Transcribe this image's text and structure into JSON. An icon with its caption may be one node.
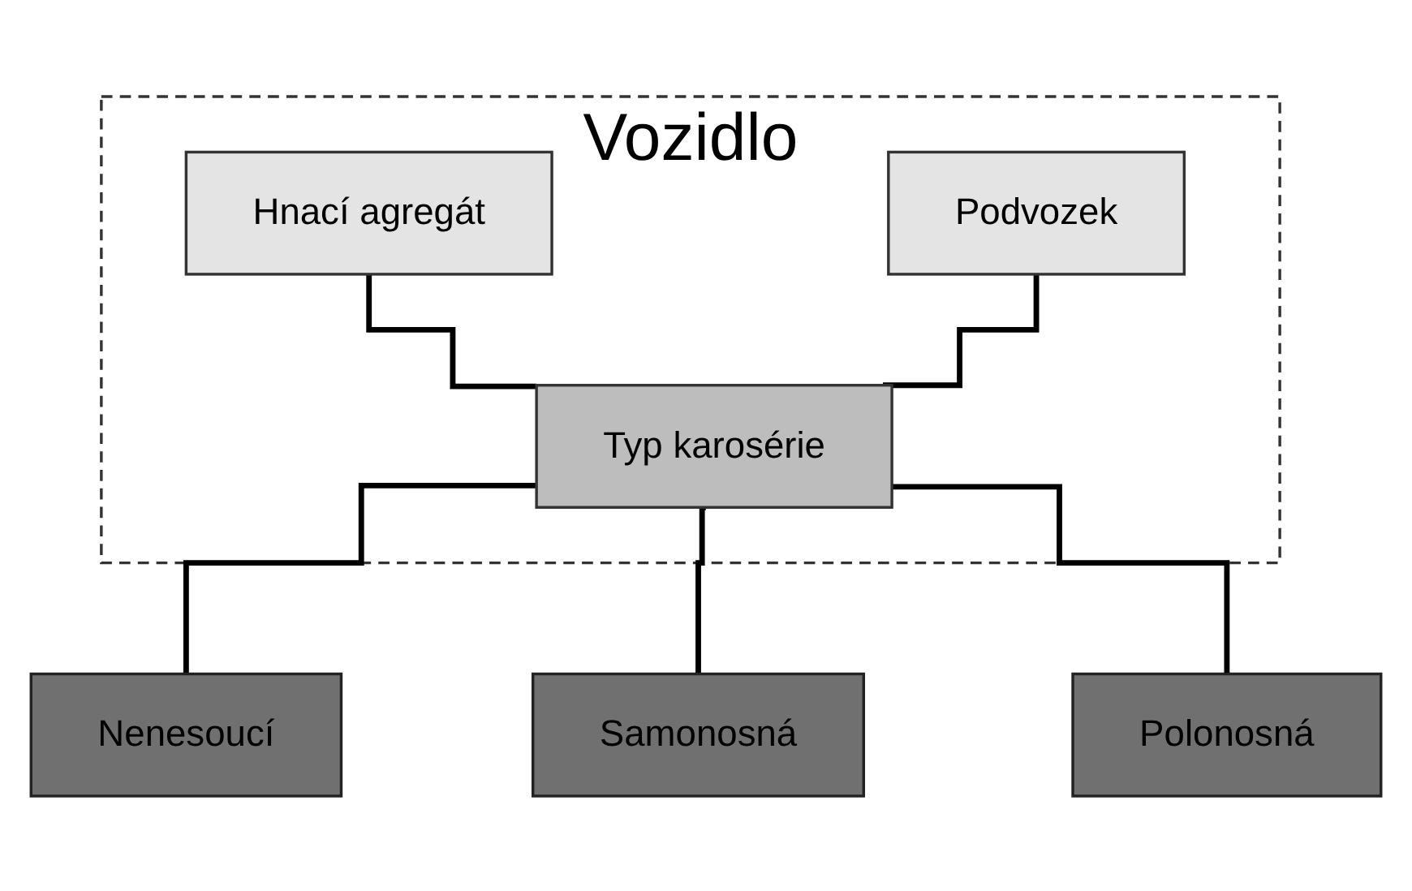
{
  "diagram": {
    "nodes": [
      {
        "text": [
          "Vozidlo"
        ]
      },
      {
        "text": [
          "Hnací agregát"
        ],
        "in": 0
      },
      {
        "text": [
          "Podvozek"
        ],
        "in": 0
      },
      {
        "text": [
          "Typ karosérie"
        ],
        "in": 0
      },
      {
        "text": [
          "Nenesoucí"
        ]
      },
      {
        "text": [
          "Samonosná"
        ]
      },
      {
        "text": [
          "Polonosná"
        ]
      }
    ],
    "edges": [
      {
        "from": 1,
        "to": 3,
        "arrow": "none"
      },
      {
        "from": 2,
        "to": 3,
        "arrow": "none"
      },
      {
        "from": 3,
        "to": 4,
        "arrow": "none"
      },
      {
        "from": 3,
        "to": 5,
        "arrow": "none"
      },
      {
        "from": 3,
        "to": 6,
        "arrow": "none"
      }
    ]
  }
}
